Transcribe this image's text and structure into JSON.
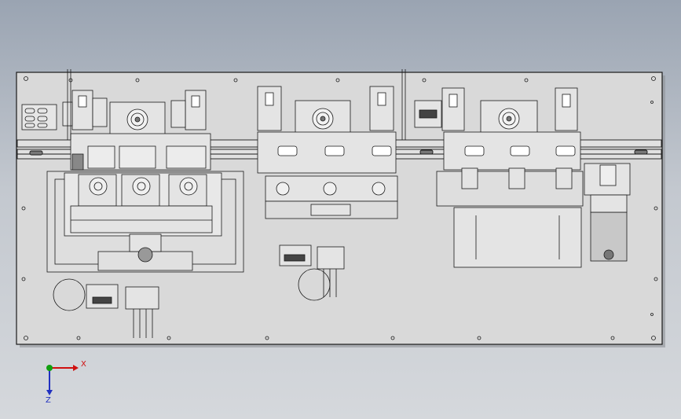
{
  "viewport": {
    "background_top": "#9aa4b2",
    "background_bottom": "#d5d8dc"
  },
  "drawing": {
    "panel_fill": "#d9d9d9",
    "line_color": "#1a1a1a",
    "modules": [
      {
        "id": "module-1",
        "motors": 3
      },
      {
        "id": "module-2",
        "motors": 3
      },
      {
        "id": "module-3",
        "motors": 3
      }
    ]
  },
  "triad": {
    "x_label": "X",
    "z_label": "Z",
    "x_color": "#d01010",
    "y_color": "#10a010",
    "z_color": "#2030c0"
  }
}
